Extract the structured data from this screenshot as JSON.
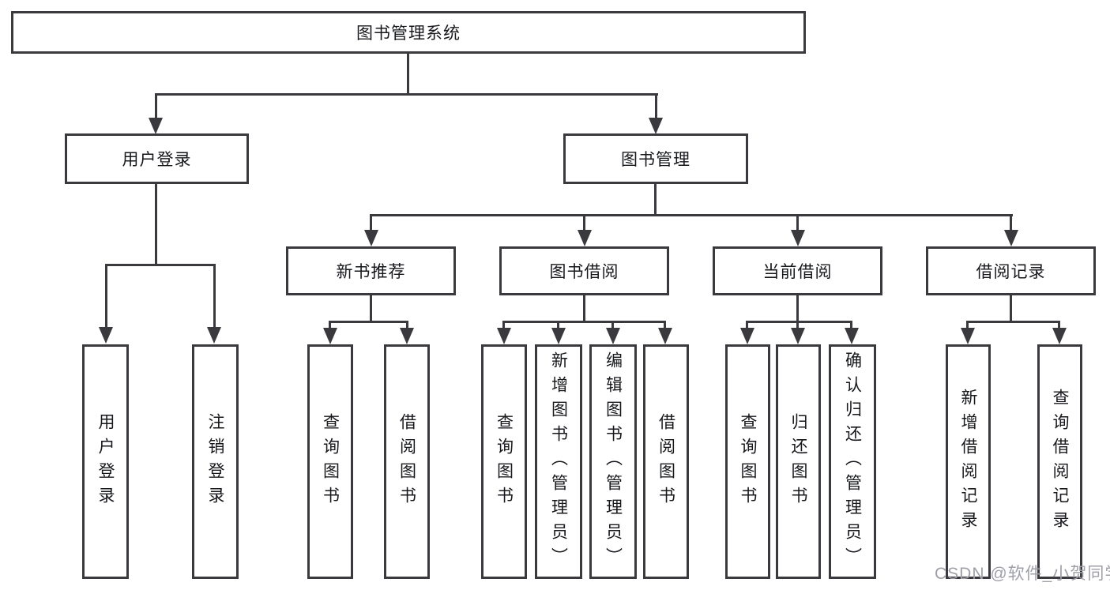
{
  "colors": {
    "background": "#ffffff",
    "line": "#3a3a3e",
    "box_border": "#3a3a3e",
    "text": "#17181c",
    "watermark": "#9fa0a8"
  },
  "tree": {
    "label": "图书管理系统",
    "children": [
      {
        "label": "用户登录",
        "children": [
          {
            "label": "用户登录"
          },
          {
            "label": "注销登录"
          }
        ]
      },
      {
        "label": "图书管理",
        "children": [
          {
            "label": "新书推荐",
            "children": [
              {
                "label": "查询图书"
              },
              {
                "label": "借阅图书"
              }
            ]
          },
          {
            "label": "图书借阅",
            "children": [
              {
                "label": "查询图书"
              },
              {
                "label": "新增图书（管理员）"
              },
              {
                "label": "编辑图书（管理员）"
              },
              {
                "label": "借阅图书"
              }
            ]
          },
          {
            "label": "当前借阅",
            "children": [
              {
                "label": "查询图书"
              },
              {
                "label": "归还图书"
              },
              {
                "label": "确认归还（管理员）"
              }
            ]
          },
          {
            "label": "借阅记录",
            "children": [
              {
                "label": "新增借阅记录"
              },
              {
                "label": "查询借阅记录"
              }
            ]
          }
        ]
      }
    ]
  },
  "watermark": {
    "text": "CSDN @软件_小贺同学"
  }
}
